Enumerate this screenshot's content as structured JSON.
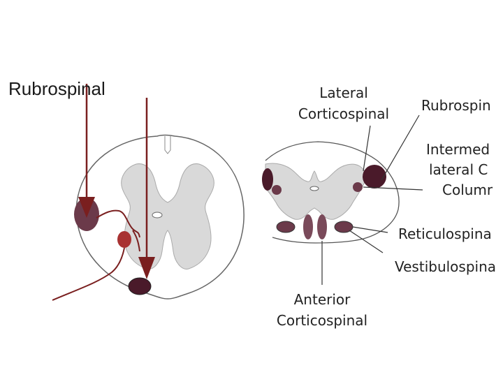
{
  "left_panel": {
    "title": "Rubrospinal"
  },
  "right_panel": {
    "labels": {
      "lateral_line1": "Lateral",
      "lateral_line2": "Corticospinal",
      "rubrospinal": "Rubrospin",
      "intermediolateral_line1": "Intermed",
      "intermediolateral_line2": "lateral C",
      "intermediolateral_line3": "Columr",
      "reticulospinal": "Reticulospina",
      "vestibulospinal": "Vestibulospina",
      "anterior_line1": "Anterior",
      "anterior_line2": "Corticospinal"
    }
  },
  "colors": {
    "tract_dark": "#4a1a2a",
    "tract_medium": "#6b3a4a",
    "tract_fill": "#7a4a5a",
    "arrow_red": "#7a1f1f",
    "nucleus_red": "#a83232",
    "gray_matter": "#d9d9d9",
    "outline": "#555555"
  }
}
